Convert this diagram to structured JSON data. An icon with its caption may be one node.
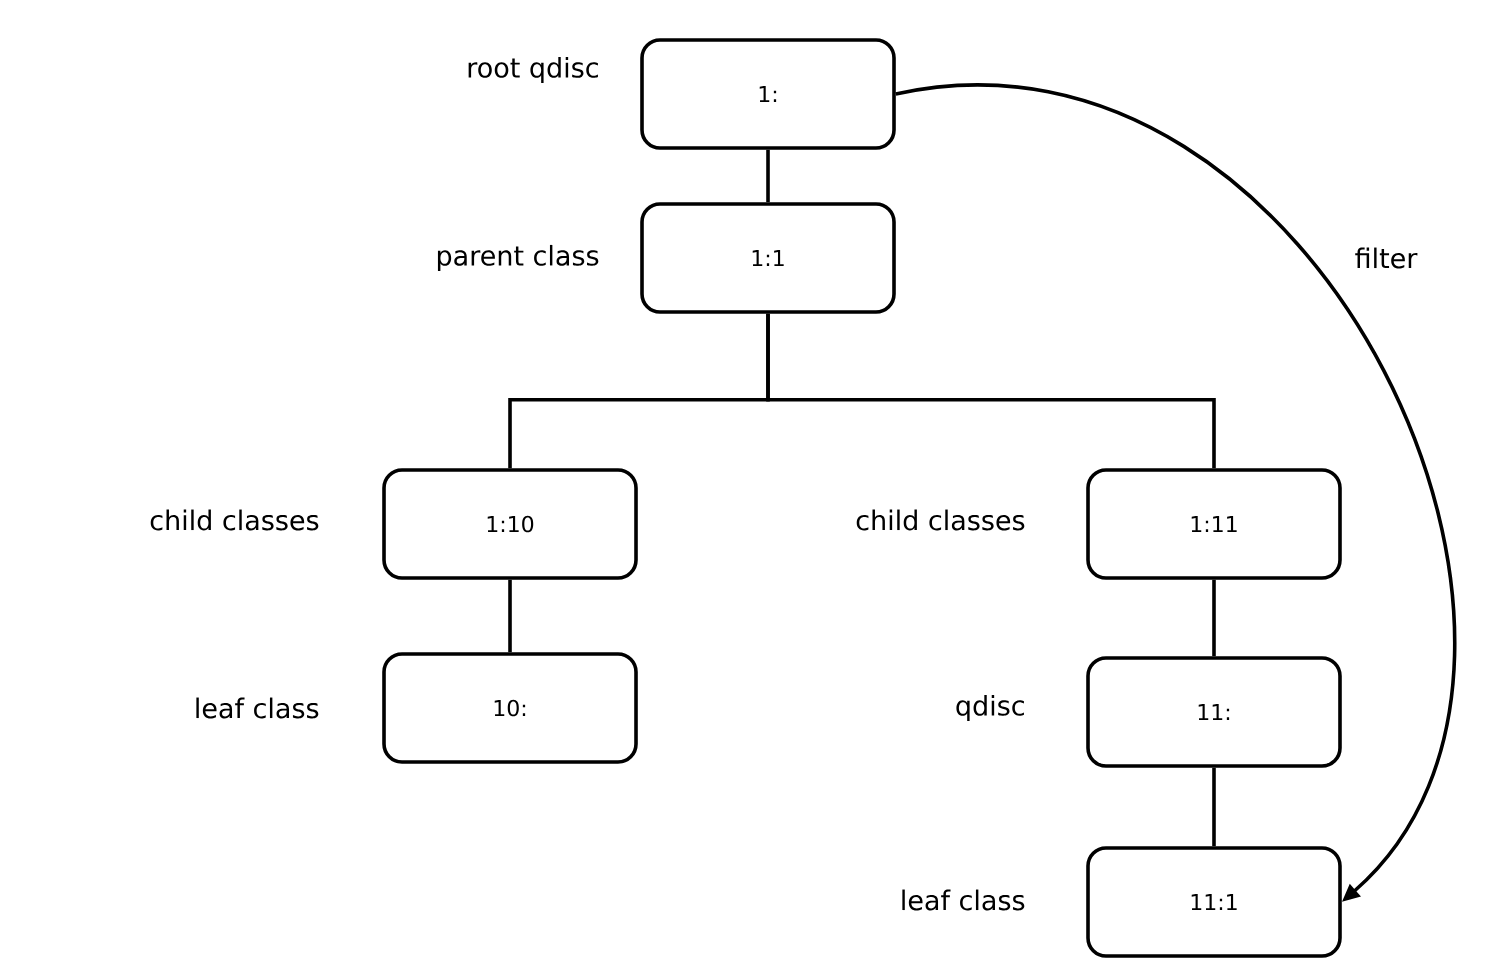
{
  "diagram": {
    "nodes": [
      {
        "text": [
          "1:"
        ],
        "beside": [
          "root qdisc"
        ]
      },
      {
        "text": [
          "1:1"
        ],
        "beside": [
          "parent class"
        ]
      },
      {
        "text": [
          "1:10"
        ],
        "beside": [
          "child classes"
        ]
      },
      {
        "text": [
          "1:11"
        ],
        "beside": [
          "child classes"
        ]
      },
      {
        "text": [
          "10:"
        ],
        "beside": [
          "leaf class"
        ]
      },
      {
        "text": [
          "11:"
        ],
        "beside": [
          "qdisc"
        ]
      },
      {
        "text": [
          "11:1"
        ],
        "beside": [
          "leaf class"
        ]
      }
    ],
    "edges": [
      {
        "from": 0,
        "to": 1,
        "arrow": "none"
      },
      {
        "from": 1,
        "to": 2,
        "arrow": "none"
      },
      {
        "from": 1,
        "to": 3,
        "arrow": "none"
      },
      {
        "from": 2,
        "to": 4,
        "arrow": "none"
      },
      {
        "from": 3,
        "to": 5,
        "arrow": "none"
      },
      {
        "from": 5,
        "to": 6,
        "arrow": "none"
      },
      {
        "from": 0,
        "to": 6,
        "arrow": "to",
        "label": "filter"
      }
    ]
  }
}
